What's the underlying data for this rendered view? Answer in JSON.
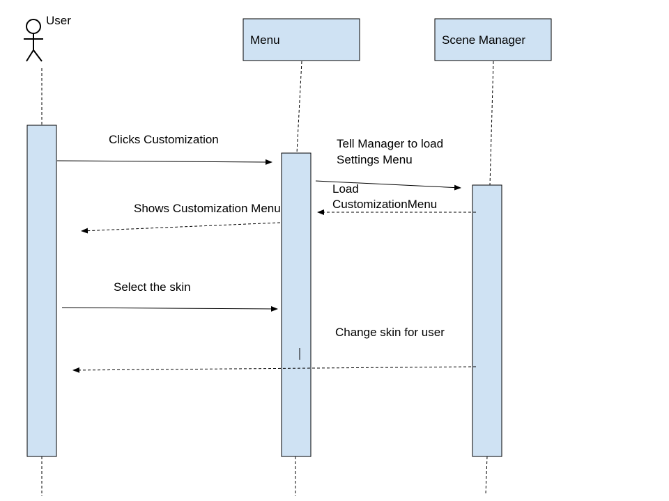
{
  "participants": {
    "user": "User",
    "menu": "Menu",
    "scene_manager": "Scene Manager"
  },
  "messages": {
    "clicks_customization": "Clicks Customization",
    "tell_manager_line1": "Tell Manager to load",
    "tell_manager_line2": "Settings Menu",
    "load_line1": "Load",
    "load_line2": "CustomizationMenu",
    "shows_customization": "Shows Customization Menu",
    "select_skin": "Select the skin",
    "change_skin": "Change skin for user"
  },
  "colors": {
    "box_fill": "#cfe2f3",
    "stroke": "#000000"
  }
}
